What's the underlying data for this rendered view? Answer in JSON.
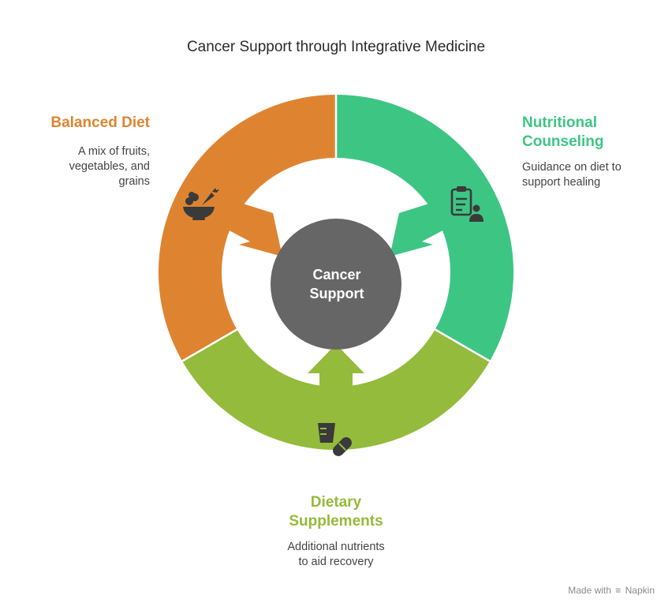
{
  "title": "Cancer Support through Integrative Medicine",
  "center": {
    "line1": "Cancer",
    "line2": "Support"
  },
  "segments": [
    {
      "heading_lines": [
        "Balanced Diet"
      ],
      "desc_lines": [
        "A mix of fruits,",
        "vegetables, and",
        "grains"
      ],
      "color": "#DE8431",
      "icon": "salad-bowl-icon"
    },
    {
      "heading_lines": [
        "Nutritional",
        "Counseling"
      ],
      "desc_lines": [
        "Guidance on diet to",
        "support healing"
      ],
      "color": "#3DC584",
      "icon": "clipboard-person-icon"
    },
    {
      "heading_lines": [
        "Dietary",
        "Supplements"
      ],
      "desc_lines": [
        "Additional nutrients",
        "to aid recovery"
      ],
      "color": "#94BB3B",
      "icon": "supplement-pill-icon"
    }
  ],
  "center_color": "#666666",
  "watermark": {
    "prefix": "Made with",
    "brand": "Napkin"
  }
}
